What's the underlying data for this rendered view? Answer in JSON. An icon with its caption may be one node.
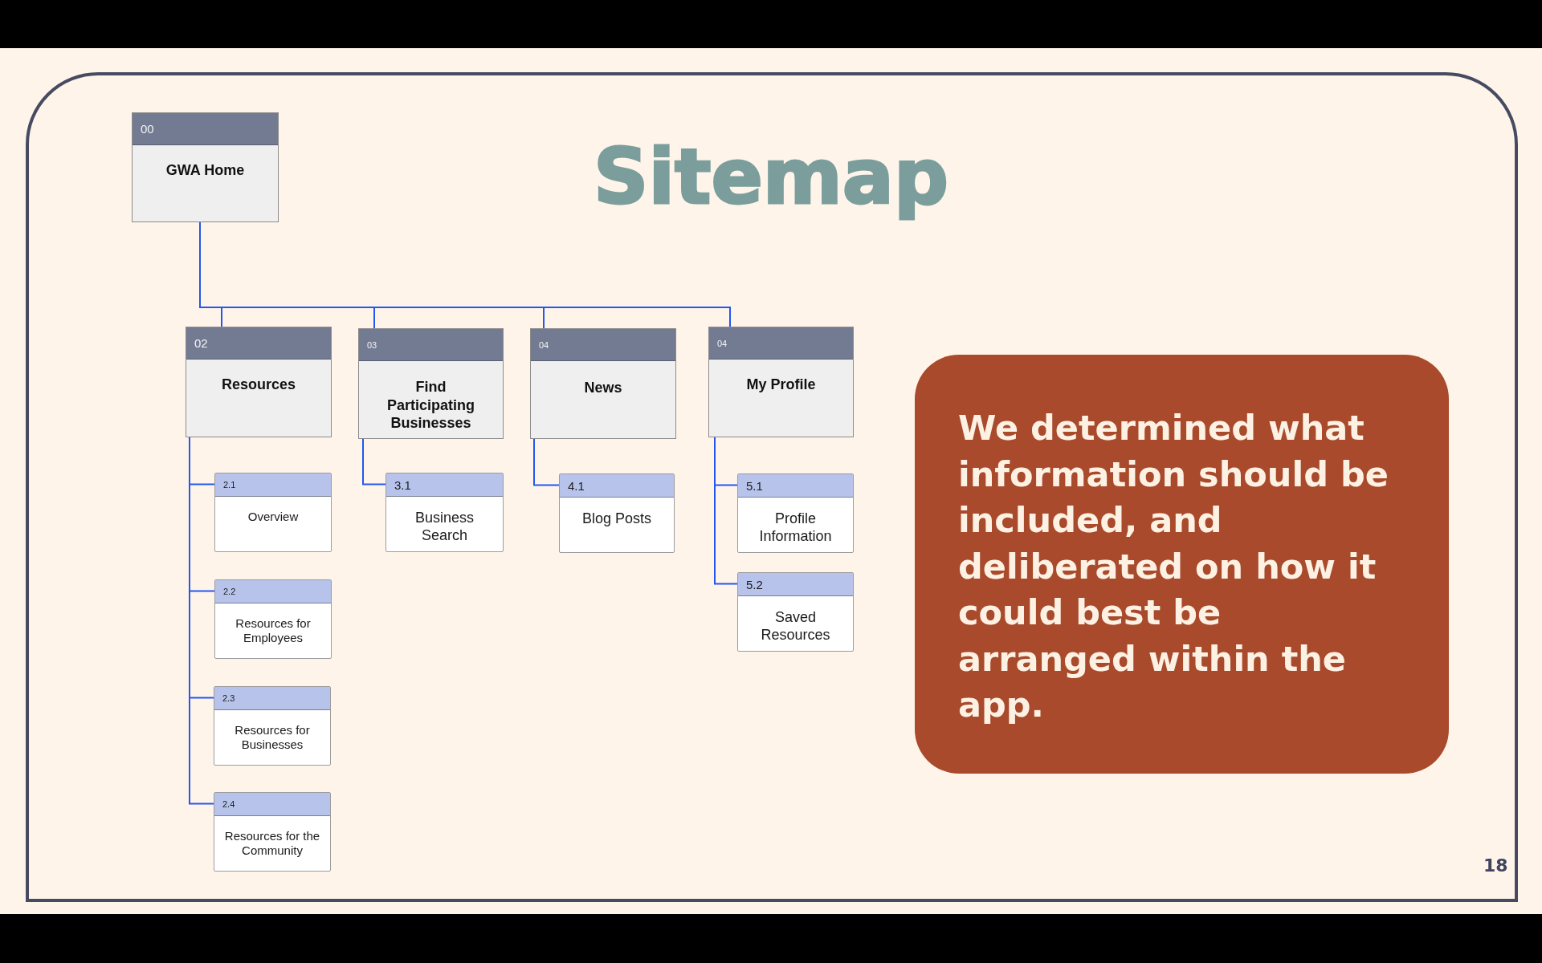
{
  "diagram": {
    "title": "Sitemap",
    "nodes": [
      {
        "text": [
          "00",
          "GWA Home"
        ]
      },
      {
        "text": [
          "02",
          "Resources"
        ]
      },
      {
        "text": [
          "2.1",
          "Overview"
        ]
      },
      {
        "text": [
          "2.2",
          "Resources for Employees"
        ]
      },
      {
        "text": [
          "2.3",
          "Resources for Businesses"
        ]
      },
      {
        "text": [
          "2.4",
          "Resources for the Community"
        ]
      },
      {
        "text": [
          "03",
          "Find Participating Businesses"
        ]
      },
      {
        "text": [
          "3.1",
          "Business Search"
        ]
      },
      {
        "text": [
          "04",
          "News"
        ]
      },
      {
        "text": [
          "4.1",
          "Blog Posts"
        ]
      },
      {
        "text": [
          "04",
          "My Profile"
        ]
      },
      {
        "text": [
          "5.1",
          "Profile Information"
        ]
      },
      {
        "text": [
          "5.2",
          "Saved Resources"
        ]
      },
      {
        "text": [
          "We determined what information should be included, and deliberated on how it could best be arranged within the app."
        ]
      }
    ],
    "edges": [
      {
        "from": 0,
        "to": 1,
        "arrow": "none"
      },
      {
        "from": 0,
        "to": 6,
        "arrow": "none"
      },
      {
        "from": 0,
        "to": 8,
        "arrow": "none"
      },
      {
        "from": 0,
        "to": 10,
        "arrow": "none"
      },
      {
        "from": 1,
        "to": 2,
        "arrow": "none"
      },
      {
        "from": 1,
        "to": 3,
        "arrow": "none"
      },
      {
        "from": 1,
        "to": 4,
        "arrow": "none"
      },
      {
        "from": 1,
        "to": 5,
        "arrow": "none"
      },
      {
        "from": 6,
        "to": 7,
        "arrow": "none"
      },
      {
        "from": 8,
        "to": 9,
        "arrow": "none"
      },
      {
        "from": 10,
        "to": 11,
        "arrow": "none"
      },
      {
        "from": 10,
        "to": 12,
        "arrow": "none"
      }
    ],
    "labels": [
      "18"
    ]
  }
}
